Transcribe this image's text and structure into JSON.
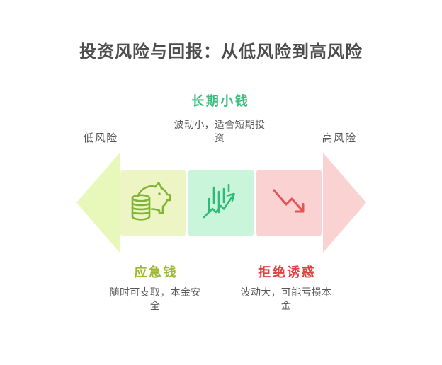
{
  "title": "投资风险与回报：从低风险到高风险",
  "risk_axis": {
    "left_label": "低风险",
    "right_label": "高风险"
  },
  "segments": [
    {
      "name": "emergency-money",
      "label": "应急钱",
      "desc": "随时可支取，本金安全",
      "icon": "piggy-bank-icon",
      "label_position": "bottom",
      "box_color": "#ecf5c3",
      "label_color": "#9cb832",
      "icon_color": "#7fb434"
    },
    {
      "name": "long-term-money",
      "label": "长期小钱",
      "desc": "波动小，适合短期投资",
      "icon": "stock-chart-icon",
      "label_position": "top",
      "box_color": "#c9f6da",
      "label_color": "#3bbd7d",
      "icon_color": "#2fba77"
    },
    {
      "name": "refuse-temptation",
      "label": "拒绝诱惑",
      "desc": "波动大，可能亏损本金",
      "icon": "declining-arrow-icon",
      "label_position": "bottom",
      "box_color": "#fbd2d2",
      "label_color": "#e04040",
      "icon_color": "#e65353"
    }
  ],
  "arrow": {
    "direction": "double-headed-horizontal",
    "left_head_color": "#e7f8ba",
    "right_head_color": "#fbd2d2"
  },
  "text_colors": {
    "title": "#4d4d4d",
    "body": "#585858"
  }
}
